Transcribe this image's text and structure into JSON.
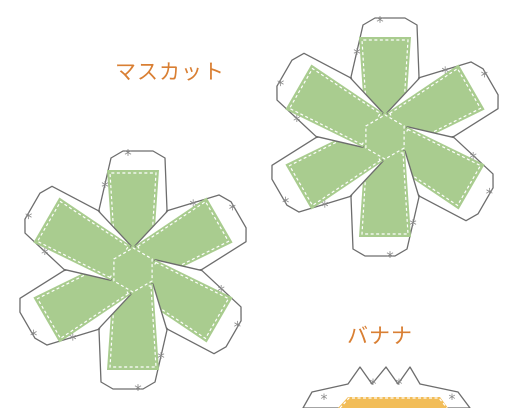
{
  "labels": {
    "muscat": "マスカット",
    "banana": "バナナ"
  },
  "glue_mark": "*",
  "colors": {
    "label": "#d97f33",
    "outline": "#6d6d6d",
    "panel_fill": "#a9cc8f",
    "fold_line": "#ffffff",
    "glue_mark": "#8a8a8a",
    "banana_fill": "#f2bd58"
  },
  "icons": {
    "muscat_nets": "six-petal-papercraft-net",
    "banana_net": "zigzag-papercraft-net"
  }
}
